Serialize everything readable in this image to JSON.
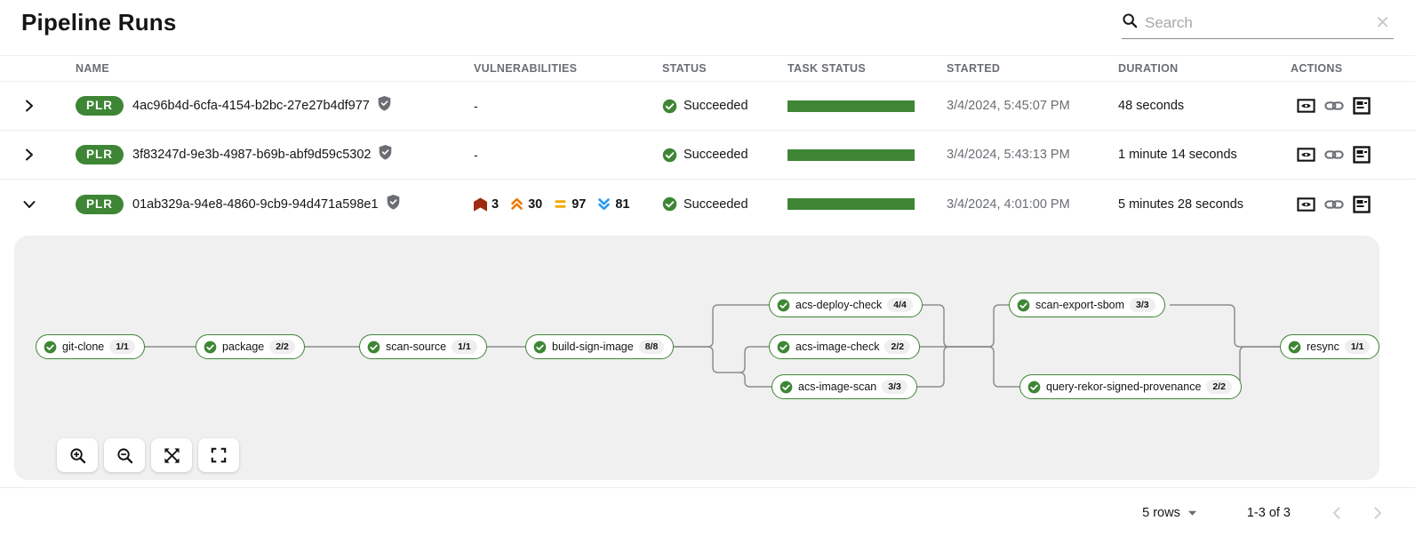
{
  "page": {
    "title": "Pipeline Runs"
  },
  "search": {
    "placeholder": "Search",
    "value": "",
    "icons": [
      "search-icon",
      "clear-icon"
    ]
  },
  "table": {
    "columns": [
      "NAME",
      "VULNERABILITIES",
      "STATUS",
      "TASK STATUS",
      "STARTED",
      "DURATION",
      "ACTIONS"
    ],
    "rows": [
      {
        "badge": "PLR",
        "name": "4ac96b4d-6cfa-4154-b2bc-27e27b4df977",
        "signed": true,
        "vulnerabilities": "-",
        "status": "Succeeded",
        "started": "3/4/2024, 5:45:07 PM",
        "duration": "48 seconds",
        "expanded": false
      },
      {
        "badge": "PLR",
        "name": "3f83247d-9e3b-4987-b69b-abf9d59c5302",
        "signed": true,
        "vulnerabilities": "-",
        "status": "Succeeded",
        "started": "3/4/2024, 5:43:13 PM",
        "duration": "1 minute 14 seconds",
        "expanded": false
      },
      {
        "badge": "PLR",
        "name": "01ab329a-94e8-4860-9cb9-94d471a598e1",
        "signed": true,
        "vulnerabilities": {
          "critical": "3",
          "high": "30",
          "medium": "97",
          "low": "81"
        },
        "status": "Succeeded",
        "started": "3/4/2024, 4:01:00 PM",
        "duration": "5 minutes 28 seconds",
        "expanded": true
      }
    ],
    "action_icons": [
      "view-icon",
      "link-icon",
      "logs-icon"
    ]
  },
  "graph": {
    "tasks": [
      {
        "label": "git-clone",
        "badge": "1/1",
        "status": "succeeded"
      },
      {
        "label": "package",
        "badge": "2/2",
        "status": "succeeded"
      },
      {
        "label": "scan-source",
        "badge": "1/1",
        "status": "succeeded"
      },
      {
        "label": "build-sign-image",
        "badge": "8/8",
        "status": "succeeded"
      },
      {
        "label": "acs-deploy-check",
        "badge": "4/4",
        "status": "succeeded"
      },
      {
        "label": "acs-image-check",
        "badge": "2/2",
        "status": "succeeded"
      },
      {
        "label": "acs-image-scan",
        "badge": "3/3",
        "status": "succeeded"
      },
      {
        "label": "scan-export-sbom",
        "badge": "3/3",
        "status": "succeeded"
      },
      {
        "label": "query-rekor-signed-provenance",
        "badge": "2/2",
        "status": "succeeded"
      },
      {
        "label": "resync",
        "badge": "1/1",
        "status": "succeeded"
      }
    ],
    "control_icons": [
      "zoom-in-icon",
      "zoom-out-icon",
      "fit-to-screen-icon",
      "fullscreen-icon"
    ]
  },
  "footer": {
    "rows_per_page": "5 rows",
    "range": "1-3 of 3"
  },
  "colors": {
    "success_green": "#3e8635",
    "critical": "#9e2b10",
    "high": "#ec7a08",
    "medium": "#f0ab00",
    "low": "#2b9af3",
    "muted_text": "#6a6e73",
    "panel_bg": "#f0f0f0",
    "edge": "#8a8d90"
  }
}
